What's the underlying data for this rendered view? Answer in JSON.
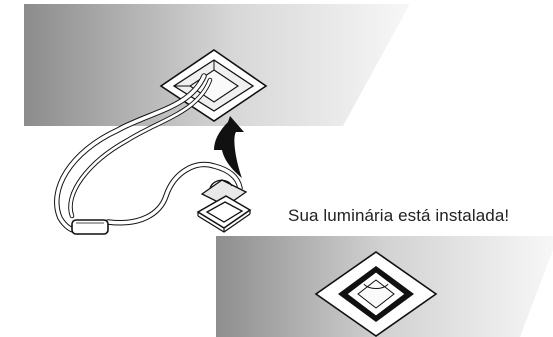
{
  "caption": "Sua luminária está instalada!",
  "colors": {
    "panel_dark": "#8e8e8e",
    "panel_light": "#f4f4f4",
    "line": "#111111",
    "background": "#ffffff"
  },
  "icons": [
    "ceiling-panel",
    "installation-arrow",
    "recessed-light-fixture",
    "electrical-driver",
    "cable"
  ]
}
